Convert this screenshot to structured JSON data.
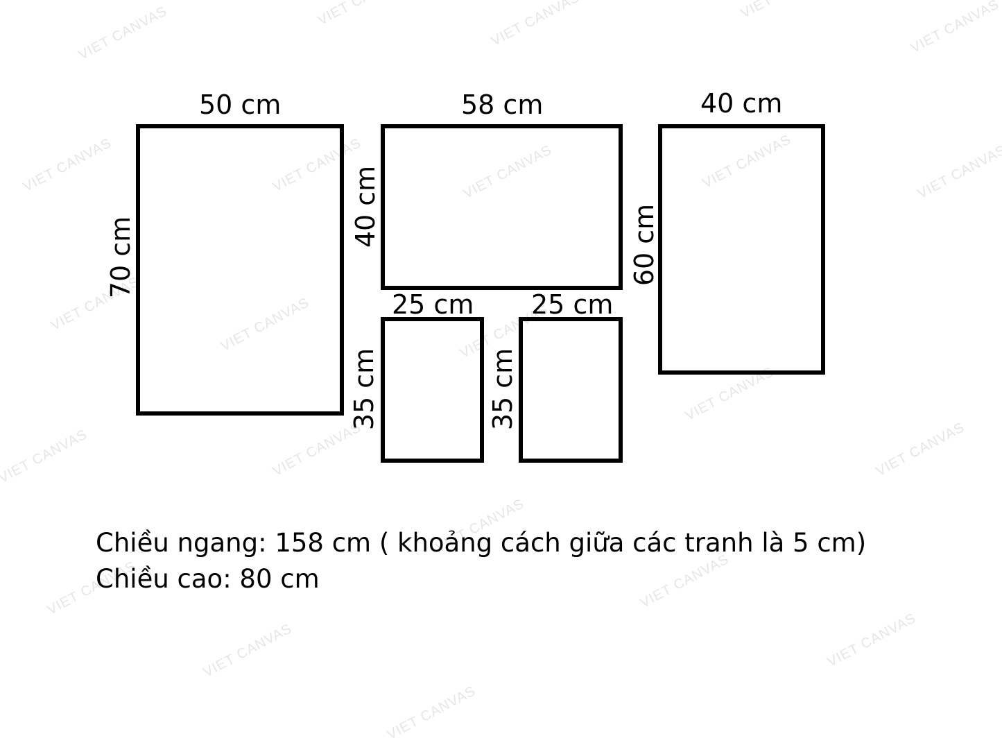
{
  "watermark": "VIET CANVAS",
  "panels": [
    {
      "id": "left",
      "width_label": "50 cm",
      "height_label": "70 cm"
    },
    {
      "id": "top-center",
      "width_label": "58 cm",
      "height_label": "40 cm"
    },
    {
      "id": "bottom-center-left",
      "width_label": "25 cm",
      "height_label": "35 cm"
    },
    {
      "id": "bottom-center-right",
      "width_label": "25 cm",
      "height_label": "35 cm"
    },
    {
      "id": "right",
      "width_label": "40 cm",
      "height_label": "60 cm"
    }
  ],
  "description": {
    "line1": "Chiều ngang: 158 cm ( khoảng cách giữa các tranh là 5 cm)",
    "line2": "Chiều cao: 80 cm"
  }
}
